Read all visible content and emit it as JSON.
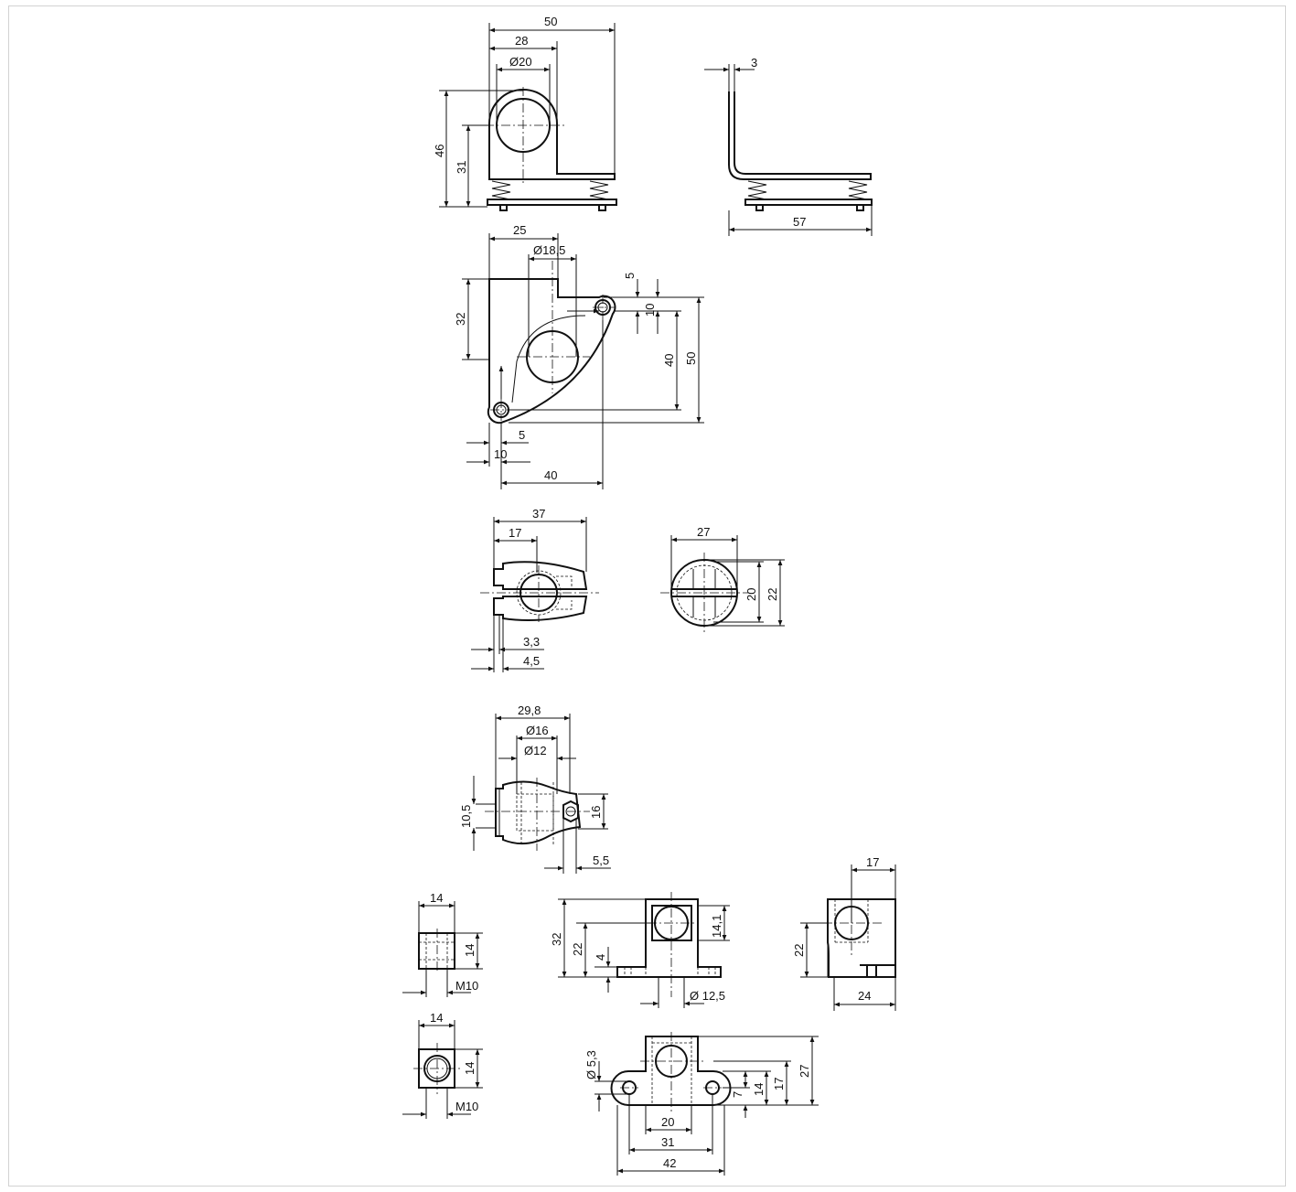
{
  "views": {
    "angle_bracket_front": {
      "dims": [
        "50",
        "28",
        "Ø20",
        "46",
        "31"
      ]
    },
    "angle_bracket_side": {
      "dims": [
        "3",
        "57"
      ]
    },
    "swivel_plate": {
      "dims": [
        "25",
        "Ø18,5",
        "32",
        "5",
        "10",
        "40",
        "50",
        "5",
        "10",
        "40"
      ]
    },
    "clamp_top": {
      "dims": [
        "37",
        "17",
        "3,3",
        "4,5"
      ]
    },
    "clamp_end": {
      "dims": [
        "27",
        "20",
        "22"
      ]
    },
    "clamp_ring": {
      "dims": [
        "29,8",
        "Ø16",
        "Ø12",
        "10,5",
        "16",
        "5,5"
      ]
    },
    "nut_block_side": {
      "dims": [
        "14",
        "14",
        "M10"
      ]
    },
    "mount_front": {
      "dims": [
        "32",
        "22",
        "4",
        "14,1",
        "Ø 12,5"
      ]
    },
    "mount_side": {
      "dims": [
        "17",
        "22",
        "24"
      ]
    },
    "nut_block_top": {
      "dims": [
        "14",
        "14",
        "M10"
      ]
    },
    "mount_top": {
      "dims": [
        "Ø 5,3",
        "7",
        "14",
        "17",
        "27",
        "20",
        "31",
        "42"
      ]
    }
  }
}
